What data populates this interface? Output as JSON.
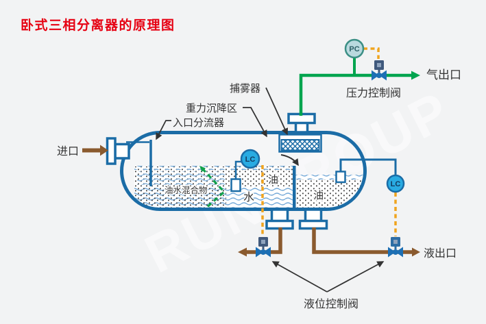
{
  "title": "卧式三相分离器的原理图",
  "watermark": "RUNGROUP",
  "colors": {
    "title_red": "#e60012",
    "vessel_blue": "#1b6ca6",
    "gas_line_green": "#00a44e",
    "signal_line_orange": "#f0a41e",
    "liquid_pipe_brown": "#8a5a2e",
    "lc_instrument_fill": "#29abe2",
    "pc_instrument_fill": "#b9d9de",
    "label_text": "#333333"
  },
  "labels": {
    "inlet": "进口",
    "mist_catcher": "捕雾器",
    "gravity_settling_zone": "重力沉降区",
    "inlet_diverter": "入口分流器",
    "pressure_control_valve": "压力控制阀",
    "gas_outlet": "气出口",
    "liquid_outlet": "液出口",
    "level_control_valve": "液位控制阀"
  },
  "vessel_contents": {
    "oil_water_mixture": "油水混合物",
    "oil_left_compartment": "油",
    "water": "水",
    "oil_right_compartment": "油"
  },
  "instruments": {
    "pressure_controller": "PC",
    "level_controller_left": "LC",
    "level_controller_right": "LC"
  }
}
